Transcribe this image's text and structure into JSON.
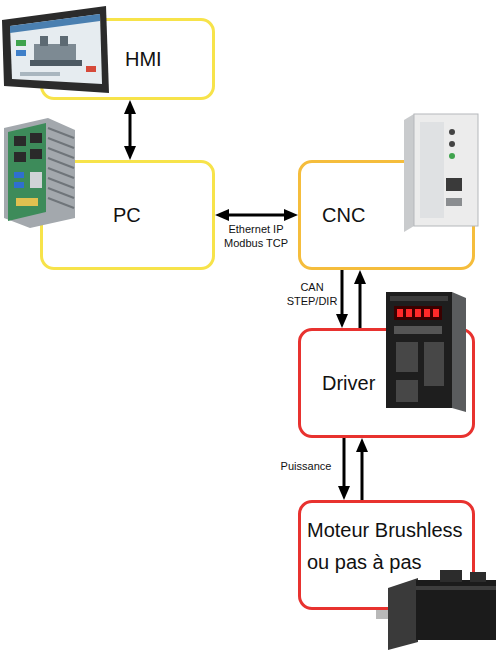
{
  "diagram": {
    "nodes": [
      {
        "text": [
          "HMI"
        ]
      },
      {
        "text": [
          "PC"
        ]
      },
      {
        "text": [
          "CNC"
        ]
      },
      {
        "text": [
          "Driver"
        ]
      },
      {
        "text": [
          "Moteur Brushless ou pas à pas"
        ]
      }
    ],
    "edges": [
      {
        "from": 0,
        "to": 1,
        "arrow": "both"
      },
      {
        "from": 1,
        "to": 2,
        "label": "Ethernet IP Modbus TCP",
        "arrow": "both"
      },
      {
        "from": 2,
        "to": 3,
        "label": "CAN STEP/DIR",
        "arrow": "to"
      },
      {
        "from": 3,
        "to": 2,
        "arrow": "to"
      },
      {
        "from": 3,
        "to": 4,
        "label": "Puissance",
        "arrow": "to"
      },
      {
        "from": 4,
        "to": 3,
        "arrow": "to"
      }
    ]
  }
}
